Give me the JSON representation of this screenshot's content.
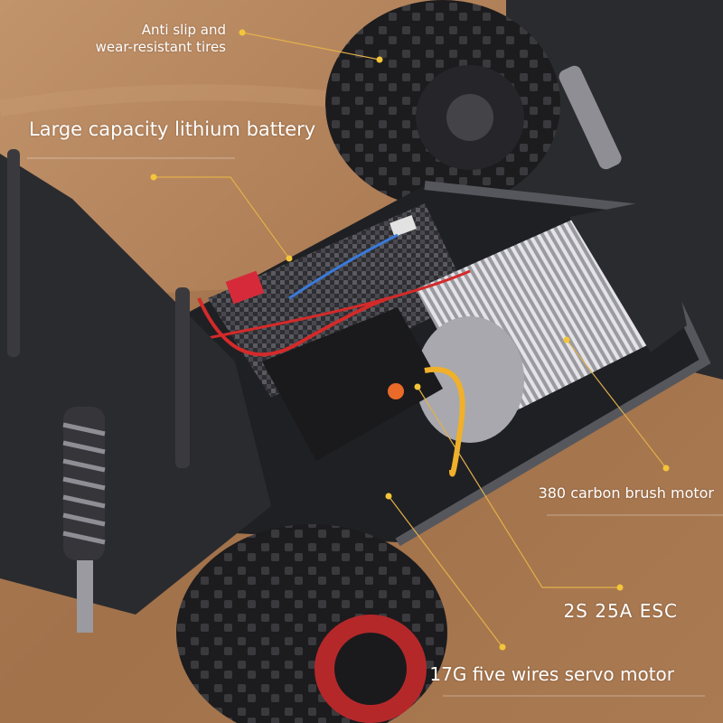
{
  "callouts": {
    "tires_line1": "Anti slip and",
    "tires_line2": "wear-resistant tires",
    "battery": "Large capacity lithium battery",
    "motor": "380 carbon brush motor",
    "esc": "2S 25A ESC",
    "servo": "17G five wires servo motor"
  },
  "colors": {
    "background": "#b07e55",
    "dunes": "#a06c45",
    "callout_dot": "#f4c53a",
    "callout_line": "#e2b04a",
    "chassis": "#2a2b2e",
    "carbon_battery": "#3b3b3f",
    "wire_red": "#d42a2a",
    "wire_blue": "#3a7ad8",
    "motor_fins": "#c8c8cc",
    "wheel_rim": "#b5282a",
    "text": "#ffffff"
  }
}
